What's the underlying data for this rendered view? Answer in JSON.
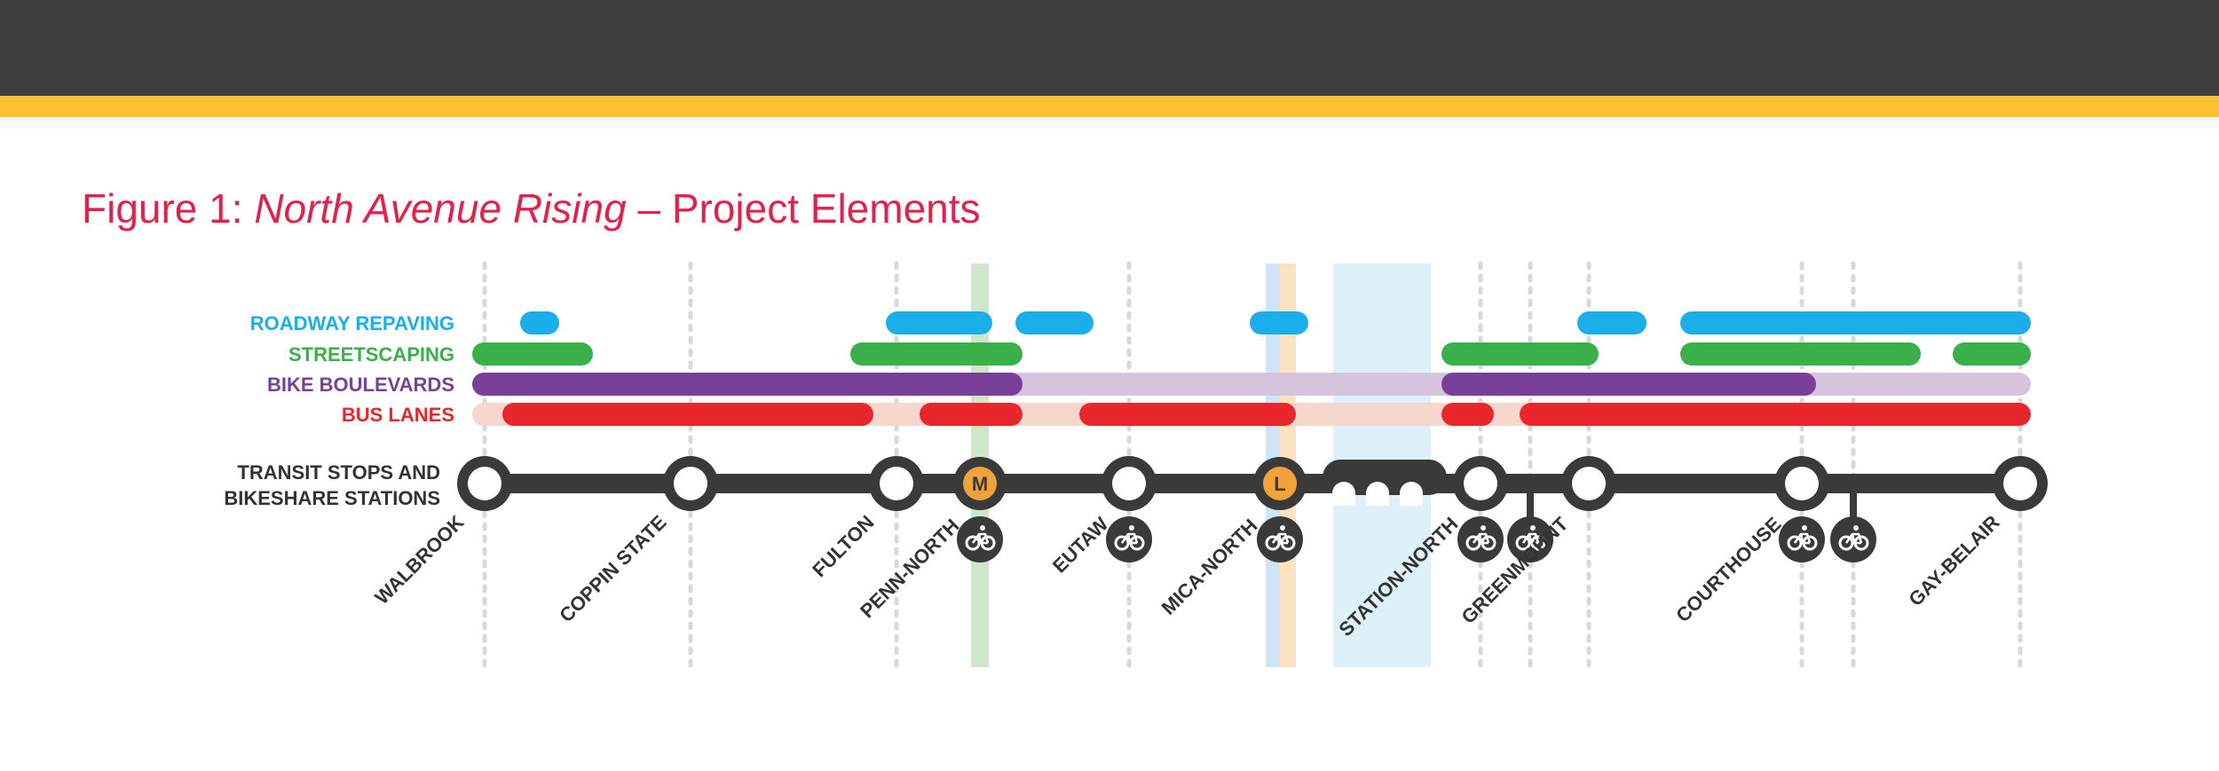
{
  "header": {
    "colors": {
      "top_bar": "#3d3d3d",
      "accent": "#f9c22e"
    }
  },
  "figure": {
    "title_prefix": "Figure 1: ",
    "title_italic": "North Avenue Rising",
    "title_suffix": " – Project Elements",
    "title_color": "#e0234e"
  },
  "diagram": {
    "rows": [
      {
        "id": "repaving",
        "label": "ROADWAY REPAVING",
        "color": "#1aaeea",
        "light": null
      },
      {
        "id": "streetscaping",
        "label": "STREETSCAPING",
        "color": "#3ab04a",
        "light": null
      },
      {
        "id": "bike",
        "label": "BIKE BOULEVARDS",
        "color": "#7a3f98",
        "light": "#d6c4de"
      },
      {
        "id": "bus",
        "label": "BUS LANES",
        "color": "#e8262b",
        "light": "#f6d7cd"
      }
    ],
    "transit_label_lines": [
      "TRANSIT STOPS AND",
      "BIKESHARE STATIONS"
    ],
    "stations": [
      {
        "name": "WALBROOK",
        "type": "stop"
      },
      {
        "name": "COPPIN STATE",
        "type": "stop"
      },
      {
        "name": "FULTON",
        "type": "stop"
      },
      {
        "name": "PENN-NORTH",
        "type": "rail",
        "badge": "M",
        "badge_color": "#f2a23a",
        "bikeshare": true
      },
      {
        "name": "EUTAW",
        "type": "stop",
        "bikeshare": true
      },
      {
        "name": "MICA-NORTH",
        "type": "rail",
        "badge": "L",
        "badge_color": "#f2a23a",
        "bikeshare": true
      },
      {
        "name": "STATION-NORTH",
        "type": "stop",
        "bikeshare": true
      },
      {
        "name": "GREENMOUNT",
        "type": "stop"
      },
      {
        "name": "COURTHOUSE",
        "type": "stop",
        "bikeshare": true
      },
      {
        "name": "GAY-BELAIR",
        "type": "stop"
      }
    ],
    "bike_icon": "bicycle-icon",
    "bridge_icon": "bridge-arches-icon",
    "line_color": "#3a3a3a"
  }
}
